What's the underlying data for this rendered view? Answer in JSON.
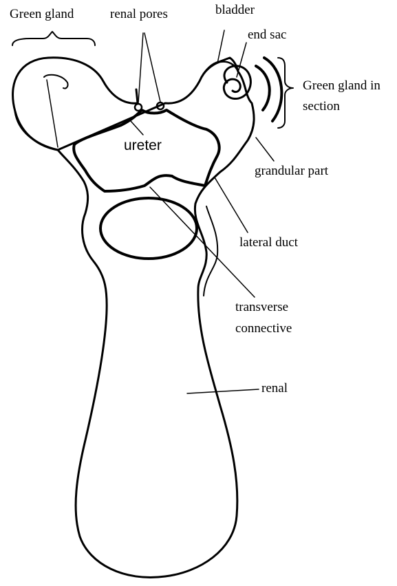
{
  "labels": {
    "green_gland": "Green gland",
    "renal_pores": "renal pores",
    "bladder": "bladder",
    "end_sac": "end sac",
    "green_gland_in_section_line1": "Green gland in",
    "green_gland_in_section_line2": "section",
    "ureter": "ureter",
    "granular_part": "grandular part",
    "lateral_duct": "lateral duct",
    "transverse_connective_line1": "transverse",
    "transverse_connective_line2": "connective",
    "renal": "renal"
  },
  "colors": {
    "stroke": "#000000",
    "background": "#ffffff"
  }
}
